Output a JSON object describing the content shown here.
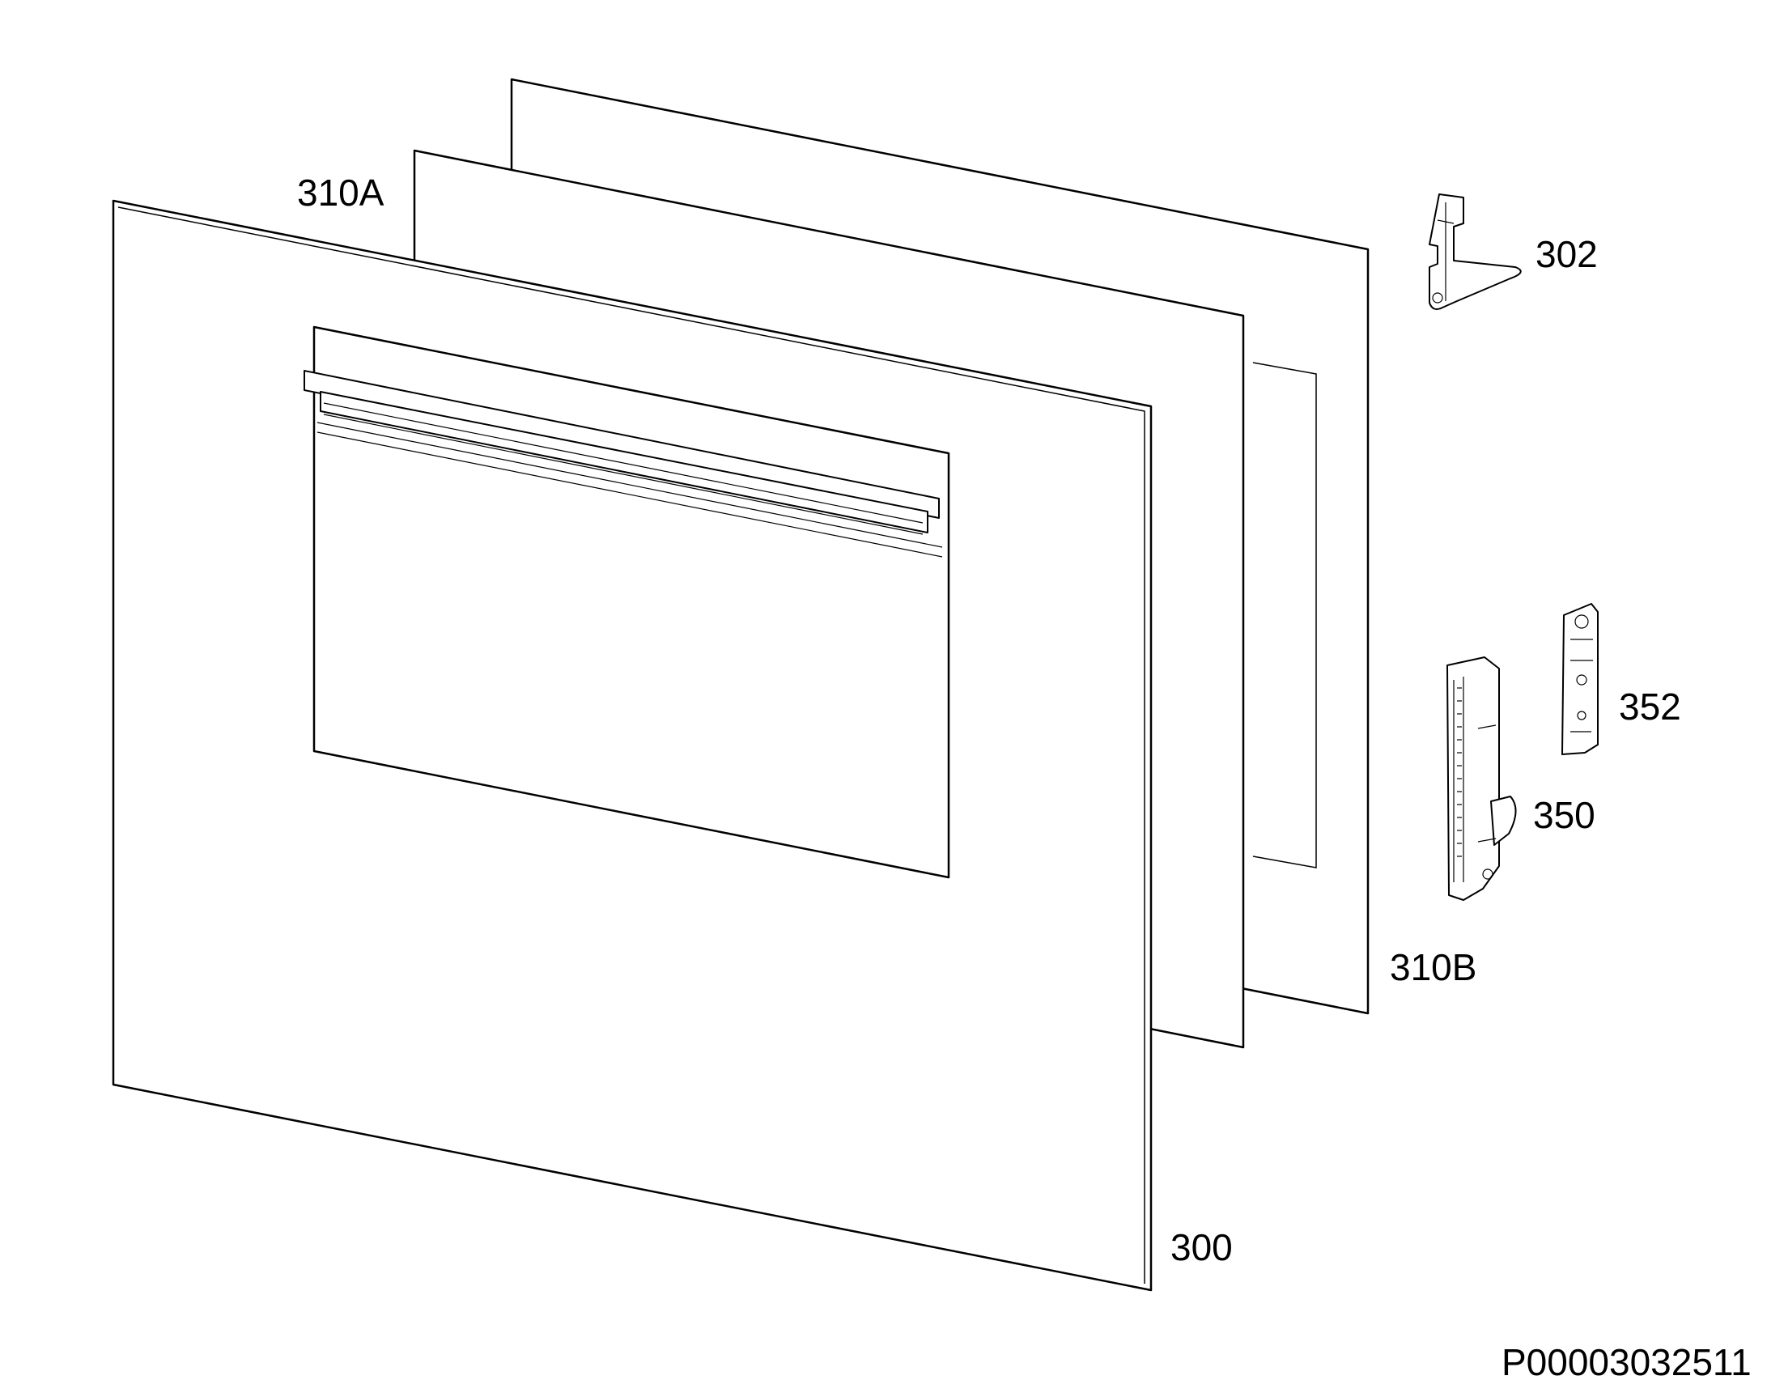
{
  "diagram": {
    "labels": {
      "glass_inner_a": "310A",
      "hinge_clip_top": "302",
      "hinge_plate": "352",
      "hinge_assembly": "350",
      "glass_inner_b": "310B",
      "door_front": "300",
      "drawing_code": "P00003032511"
    }
  }
}
